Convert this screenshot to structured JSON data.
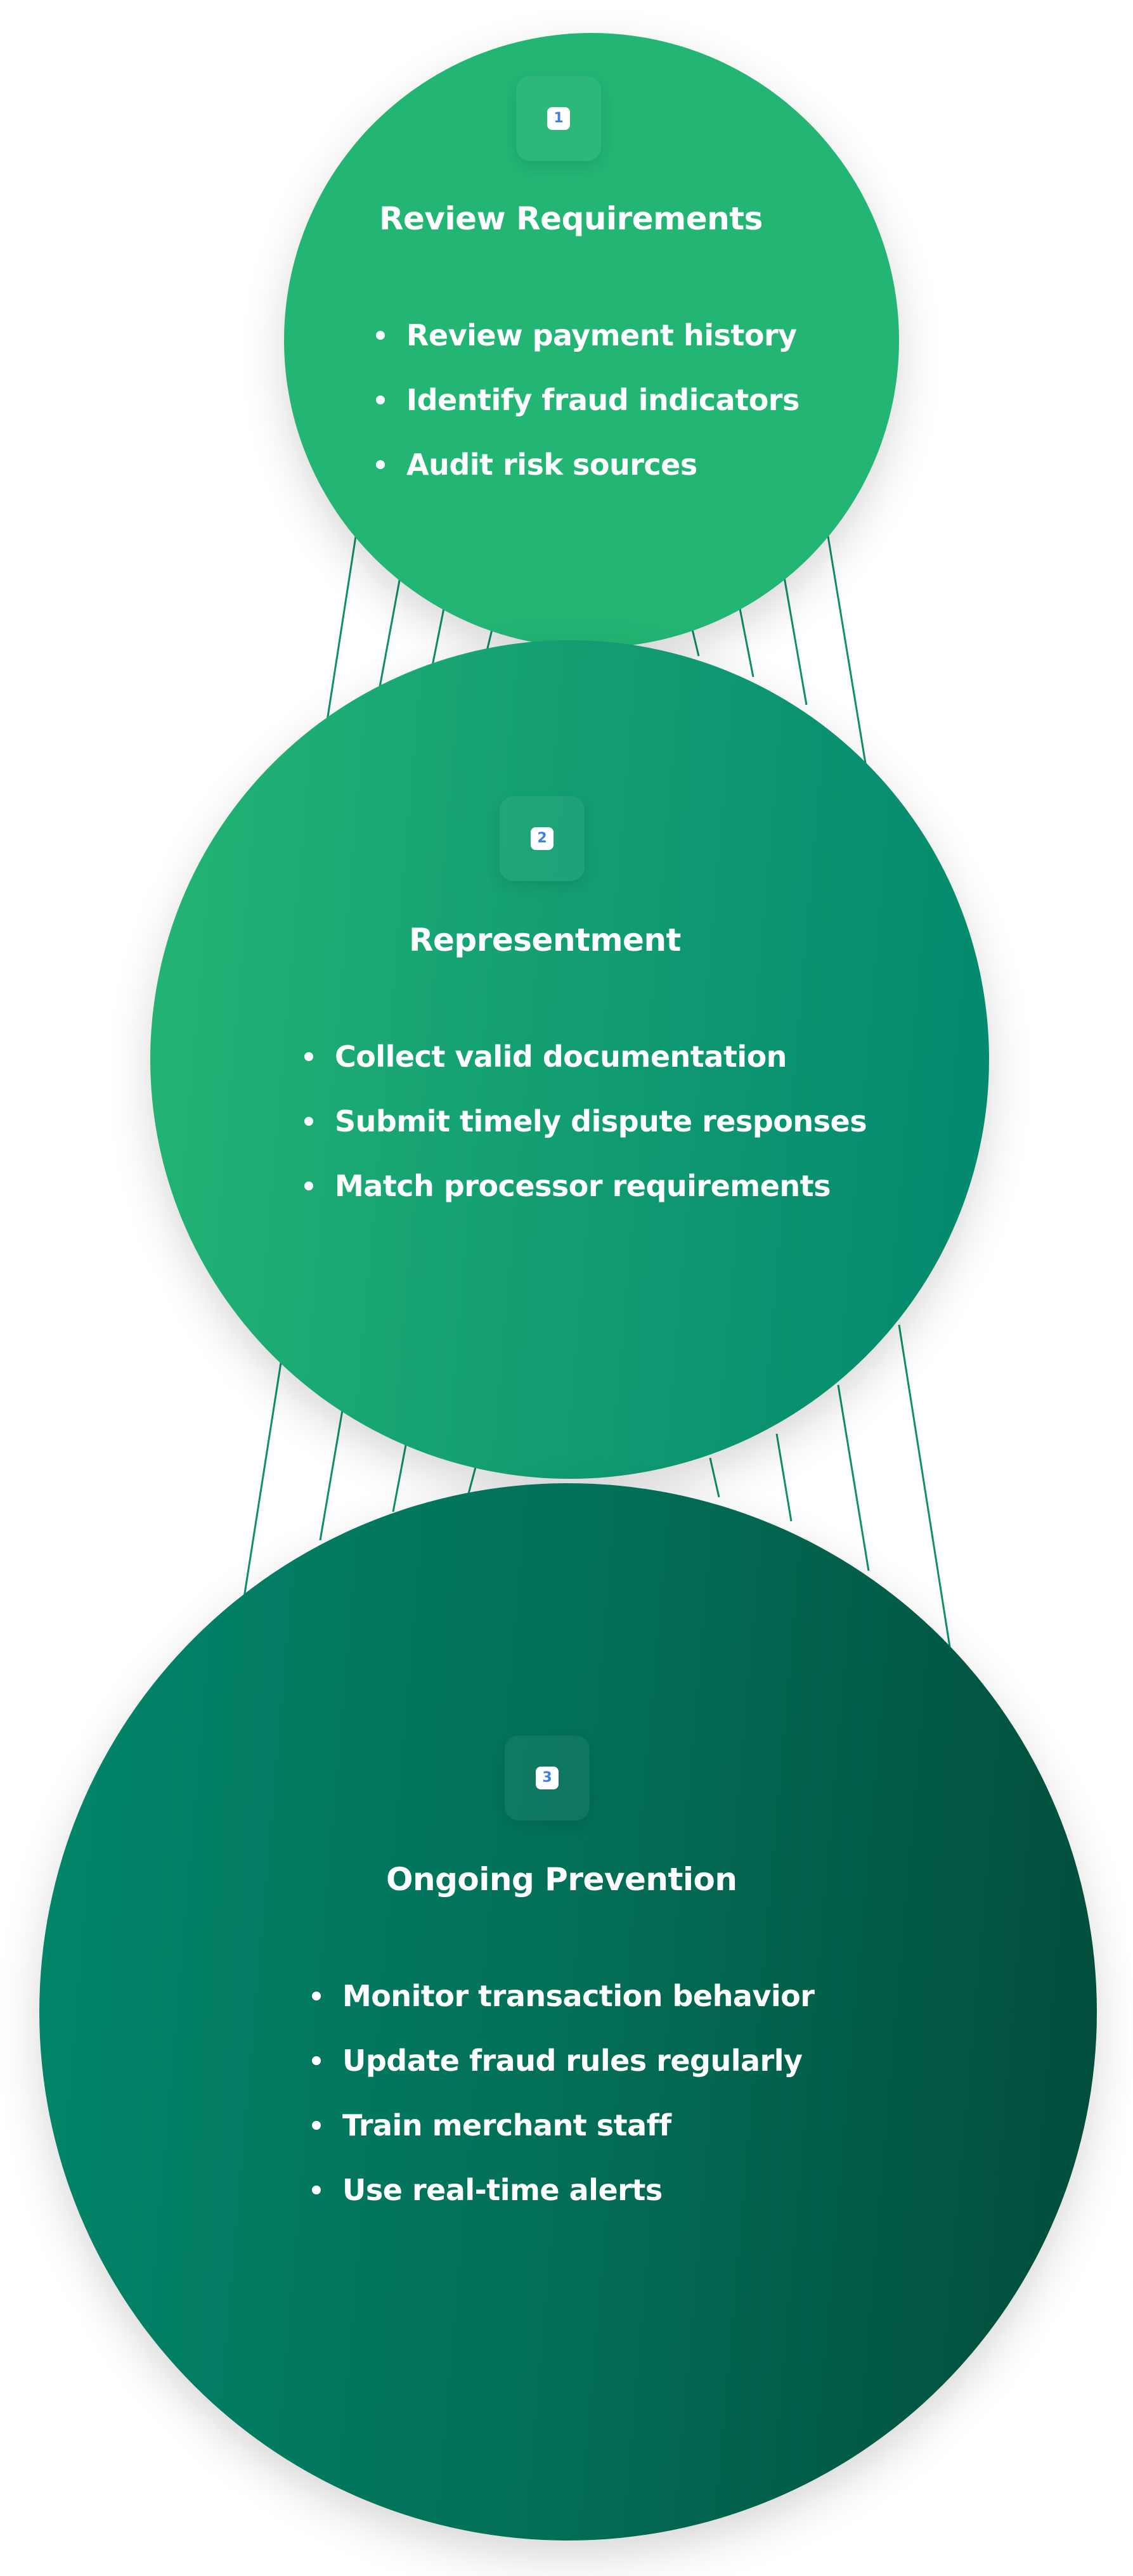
{
  "steps": [
    {
      "number": "1",
      "title": "Review Requirements",
      "items": [
        "Review payment history",
        "Identify fraud indicators",
        "Audit risk sources"
      ]
    },
    {
      "number": "2",
      "title": "Representment",
      "items": [
        "Collect valid documentation",
        "Submit timely dispute responses",
        "Match processor requirements"
      ]
    },
    {
      "number": "3",
      "title": "Ongoing Prevention",
      "items": [
        "Monitor transaction behavior",
        "Update fraud rules regularly",
        "Train merchant staff",
        "Use real-time alerts"
      ]
    }
  ],
  "colors": {
    "step1_fill": "#22b574",
    "step2_fill_start": "#23b574",
    "step2_fill_end": "#02886d",
    "step3_fill_start": "#01866a",
    "step3_fill_end": "#014b3a",
    "connector": "#0e8f6d",
    "badge_number": "#3f7fe0",
    "text": "#ffffff"
  }
}
